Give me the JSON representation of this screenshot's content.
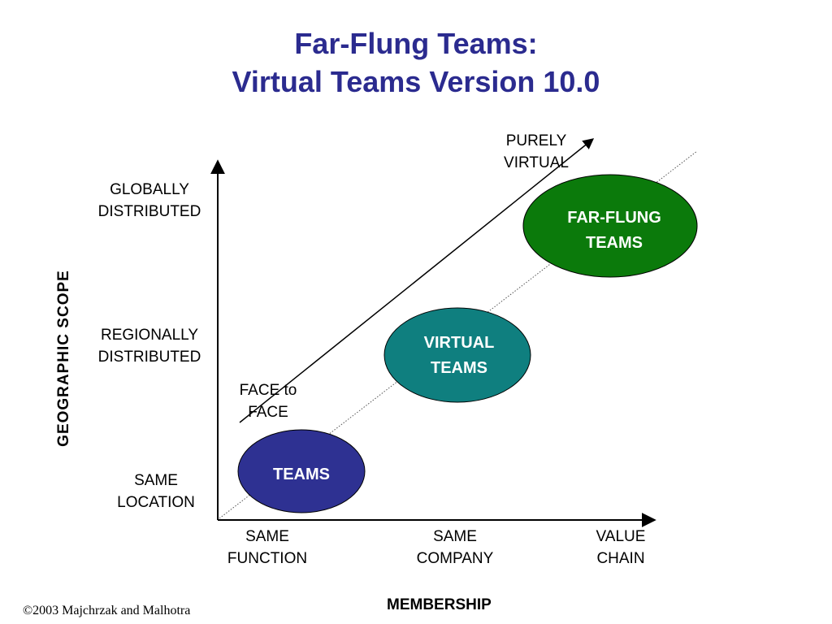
{
  "title": {
    "line1": "Far-Flung Teams:",
    "line2": "Virtual Teams Version 10.0"
  },
  "y_axis": {
    "title": "GEOGRAPHIC SCOPE",
    "levels": [
      {
        "line1": "GLOBALLY",
        "line2": "DISTRIBUTED"
      },
      {
        "line1": "REGIONALLY",
        "line2": "DISTRIBUTED"
      },
      {
        "line1": "SAME",
        "line2": "LOCATION"
      }
    ]
  },
  "x_axis": {
    "title": "MEMBERSHIP",
    "levels": [
      {
        "line1": "SAME",
        "line2": "FUNCTION"
      },
      {
        "line1": "SAME",
        "line2": "COMPANY"
      },
      {
        "line1": "VALUE",
        "line2": "CHAIN"
      }
    ]
  },
  "arrow": {
    "start_label": {
      "line1": "FACE to",
      "line2": "FACE"
    },
    "end_label": {
      "line1": "PURELY",
      "line2": "VIRTUAL"
    }
  },
  "ellipses": [
    {
      "line1": "TEAMS",
      "line2": "",
      "color": "#2e3192"
    },
    {
      "line1": "VIRTUAL",
      "line2": "TEAMS",
      "color": "#0f7f7f"
    },
    {
      "line1": "FAR-FLUNG",
      "line2": "TEAMS",
      "color": "#0b7a0b"
    }
  ],
  "copyright": "©2003 Majchrzak and Malhotra"
}
